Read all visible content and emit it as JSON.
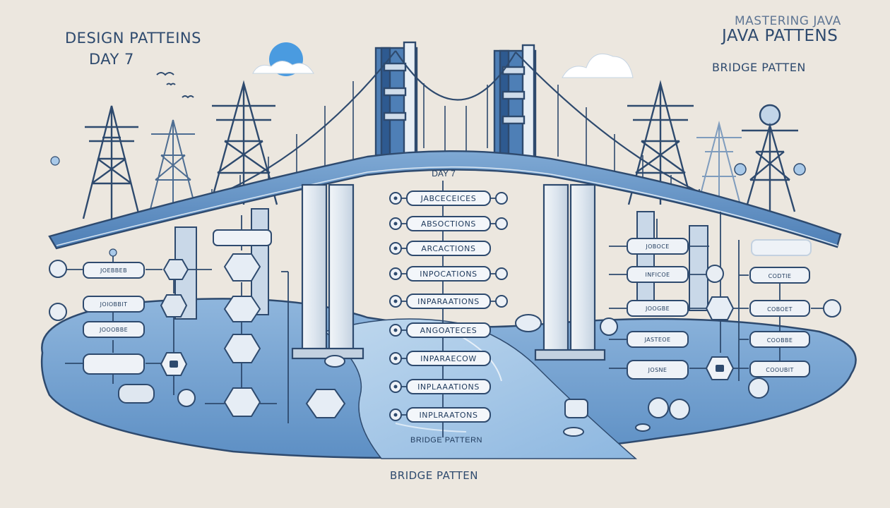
{
  "headings": {
    "top_left_line1": "DESIGN PATTEINS",
    "top_left_line2": "DAY 7",
    "top_right_line1": "MASTERING JAVA",
    "top_right_line2": "JAVA PATTENS",
    "top_right_line3": "BRIDGE PATTEN",
    "center_top": "DAY 7",
    "center_bottom": "BRIDGE PATTERN",
    "footer": "BRIDGE PATTEN"
  },
  "center_list": [
    "JABCECEICES",
    "ABSOCTIONS",
    "ARCACTIONS",
    "INPOCATIONS",
    "INPARAATIONS",
    "ANGOATECES",
    "INPARAECOW",
    "INPLAAATIONS",
    "INPLRAATONS"
  ],
  "left_boxes": [
    "JOEBBEB",
    "JOIOBBIT",
    "JOOOBBE",
    ""
  ],
  "right_mid_boxes": [
    "JOBOCE",
    "INFICOE",
    "JOOGBE",
    "JASTEOE",
    "JOSNE"
  ],
  "right_far_boxes": [
    "",
    "CODTIE",
    "COBOET",
    "COOBBE",
    "COOUBIT"
  ],
  "colors": {
    "background": "#ece7df",
    "ink": "#2e4a6e",
    "water": "#6f9fcf",
    "water_light": "#a9c9e8",
    "accent_sky": "#4a9be0"
  }
}
